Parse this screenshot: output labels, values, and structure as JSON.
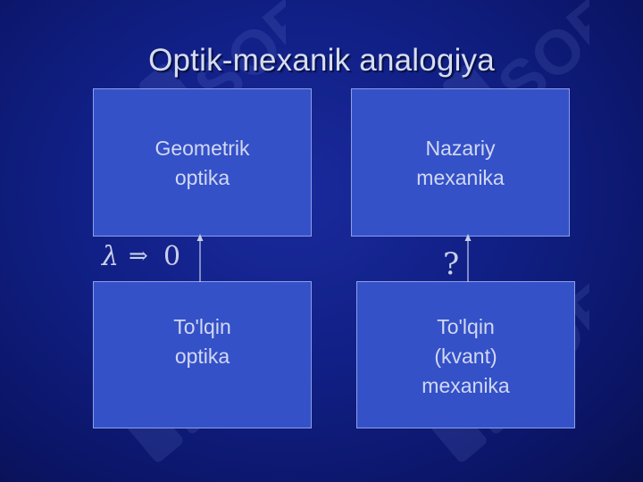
{
  "title": "Optik-mexanik analogiya",
  "boxes": {
    "top_left": "Geometrik\noptika",
    "top_right": "Nazariy\nmexanika",
    "bottom_left": "To'lqin\noptika",
    "bottom_right": "To'lqin\n(kvant)\nmexanika"
  },
  "relation": {
    "lambda": "λ",
    "implies": "⇒",
    "zero": "0",
    "question": "?"
  },
  "colors": {
    "box_fill": "#3451c8",
    "box_border": "#8d9fe6",
    "text": "#d2d8f2",
    "background": "#101f84"
  }
}
